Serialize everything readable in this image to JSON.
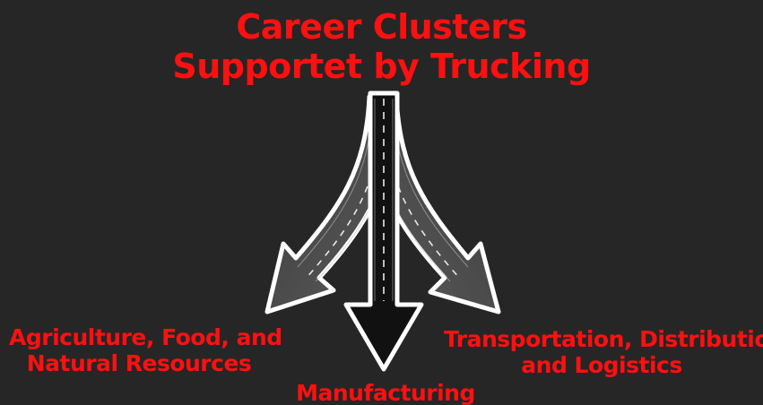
{
  "title": {
    "line1": "Career Clusters",
    "line2": "Supportet by Trucking"
  },
  "branches": {
    "left": {
      "line1": "Agriculture, Food, and",
      "line2": "Natural Resources"
    },
    "center": {
      "line1": "Manufacturing"
    },
    "right": {
      "line1": "Transportation, Distribution,",
      "line2": "and Logistics"
    }
  },
  "colors": {
    "background": "#262626",
    "text": "#ff1010",
    "road_dark": "#111111",
    "road_grey": "#5a5a5a",
    "outline": "#ffffff"
  }
}
